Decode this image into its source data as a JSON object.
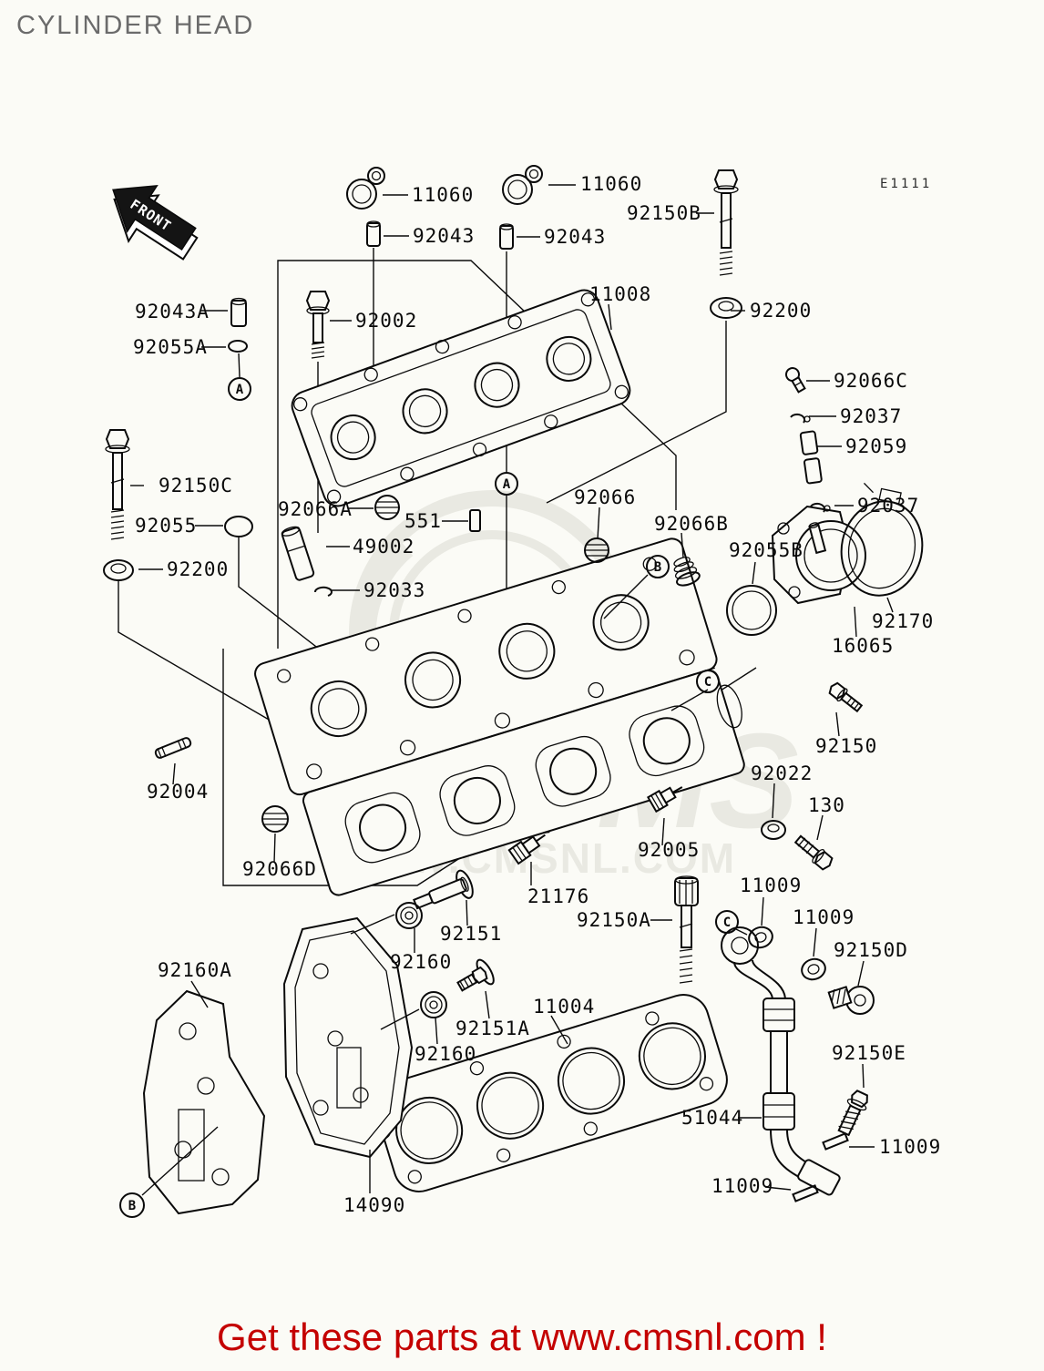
{
  "page": {
    "background": "#fbfbf6",
    "line_color": "#0a0a0a"
  },
  "header": {
    "title": "CYLINDER HEAD",
    "title_color": "#6b6b6b",
    "diagram_code": "E1111"
  },
  "front_marker": {
    "label": "FRONT"
  },
  "watermark": {
    "logo": "CMS",
    "url": "WWW.CMSNL.COM",
    "color": "#e9e9e2"
  },
  "callouts": {
    "a": "A",
    "b": "B",
    "c": "C"
  },
  "part_labels": [
    {
      "text": "11060"
    },
    {
      "text": "92043"
    },
    {
      "text": "11060"
    },
    {
      "text": "92043"
    },
    {
      "text": "92150B"
    },
    {
      "text": "92200"
    },
    {
      "text": "11008"
    },
    {
      "text": "92002"
    },
    {
      "text": "92043A"
    },
    {
      "text": "92055A"
    },
    {
      "text": "92150C"
    },
    {
      "text": "92055"
    },
    {
      "text": "92200"
    },
    {
      "text": "92066A"
    },
    {
      "text": "551"
    },
    {
      "text": "49002"
    },
    {
      "text": "92033"
    },
    {
      "text": "92066"
    },
    {
      "text": "92066B"
    },
    {
      "text": "92055B"
    },
    {
      "text": "92066C"
    },
    {
      "text": "92037"
    },
    {
      "text": "92059"
    },
    {
      "text": "92037"
    },
    {
      "text": "92170"
    },
    {
      "text": "16065"
    },
    {
      "text": "92150"
    },
    {
      "text": "92022"
    },
    {
      "text": "130"
    },
    {
      "text": "92005"
    },
    {
      "text": "92004"
    },
    {
      "text": "92066D"
    },
    {
      "text": "21176"
    },
    {
      "text": "92150A"
    },
    {
      "text": "11009"
    },
    {
      "text": "11009"
    },
    {
      "text": "92150D"
    },
    {
      "text": "92151"
    },
    {
      "text": "92160"
    },
    {
      "text": "92151A"
    },
    {
      "text": "92160"
    },
    {
      "text": "92160A"
    },
    {
      "text": "11004"
    },
    {
      "text": "14090"
    },
    {
      "text": "51044"
    },
    {
      "text": "92150E"
    },
    {
      "text": "11009"
    },
    {
      "text": "11009"
    }
  ],
  "footer": {
    "text": "Get these parts at www.cmsnl.com !",
    "color": "#c40000"
  }
}
